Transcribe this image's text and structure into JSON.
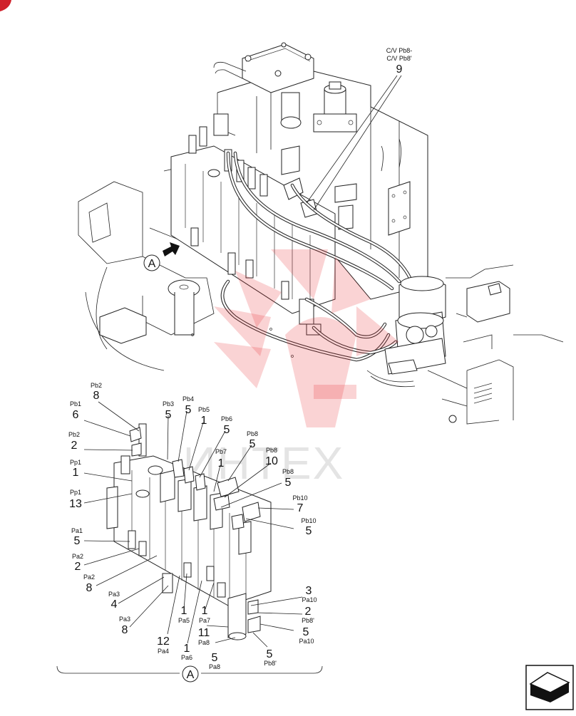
{
  "watermark": {
    "text": "ИНТЕХ",
    "color": "#e8353b"
  },
  "view_marker": {
    "letter": "A"
  },
  "top_callout": {
    "line1": "C/V Pb8-",
    "line2": "C/V Pb8'",
    "number": "9"
  },
  "labels": [
    {
      "port": "Pb2",
      "num": "8"
    },
    {
      "port": "Pb1",
      "num": "6"
    },
    {
      "port": "Pb2",
      "num": "2"
    },
    {
      "port": "Pp1",
      "num": "1"
    },
    {
      "port": "Pp1",
      "num": "13"
    },
    {
      "port": "Pa1",
      "num": "5"
    },
    {
      "port": "Pa2",
      "num": "2"
    },
    {
      "port": "Pa2",
      "num": "8"
    },
    {
      "port": "Pa3",
      "num": "4"
    },
    {
      "port": "Pa3",
      "num": "8"
    },
    {
      "port": "Pb3",
      "num": "5"
    },
    {
      "port": "Pb4",
      "num": "5"
    },
    {
      "port": "Pb5",
      "num": "1"
    },
    {
      "port": "Pb6",
      "num": "5"
    },
    {
      "port": "Pb7",
      "num": "1"
    },
    {
      "port": "Pb8",
      "num": "5"
    },
    {
      "port": "Pb8",
      "num": "10"
    },
    {
      "port": "Pb8",
      "num": "5"
    },
    {
      "port": "Pb10",
      "num": "7"
    },
    {
      "port": "Pb10",
      "num": "5"
    },
    {
      "port": "Pa10",
      "num": "3"
    },
    {
      "port": "Pb8'",
      "num": "2"
    },
    {
      "port": "Pa10",
      "num": "5"
    },
    {
      "port": "Pa4",
      "num": "12"
    },
    {
      "port": "Pa5",
      "num": "1"
    },
    {
      "port": "Pa6",
      "num": "1"
    },
    {
      "port": "Pa7",
      "num": "1"
    },
    {
      "port": "Pa8",
      "num": "11"
    },
    {
      "port": "Pa8",
      "num": "5"
    },
    {
      "port": "Pb8'",
      "num": "5"
    }
  ],
  "nav_icon": "next-page-arrow-icon",
  "corner_mark": "corner-badge-icon"
}
